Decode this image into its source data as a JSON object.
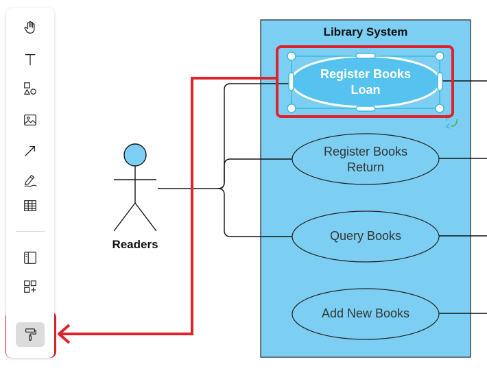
{
  "toolbar": {
    "tools": [
      {
        "name": "hand-tool",
        "icon": "hand-icon"
      },
      {
        "name": "text-tool",
        "icon": "text-icon"
      },
      {
        "name": "shapes-tool",
        "icon": "shapes-icon"
      },
      {
        "name": "image-tool",
        "icon": "image-icon"
      },
      {
        "name": "arrow-tool",
        "icon": "arrow-icon"
      },
      {
        "name": "pen-tool",
        "icon": "pen-icon"
      },
      {
        "name": "table-tool",
        "icon": "table-icon"
      },
      {
        "name": "panel-tool",
        "icon": "panel-icon"
      },
      {
        "name": "add-widget-tool",
        "icon": "add-widget-icon"
      },
      {
        "name": "format-painter-tool",
        "icon": "paint-roller-icon",
        "active": true
      }
    ]
  },
  "diagram": {
    "system_title": "Library System",
    "actor_label": "Readers",
    "use_cases": [
      {
        "line1": "Register Books",
        "line2": "Loan",
        "selected": true
      },
      {
        "line1": "Register Books",
        "line2": "Return",
        "selected": false
      },
      {
        "line1": "Query Books",
        "line2": "",
        "selected": false
      },
      {
        "line1": "Add New Books",
        "line2": "",
        "selected": false
      }
    ]
  },
  "colors": {
    "system_fill": "#7ccff3",
    "use_case_fill": "#7ccff3",
    "actor_head_fill": "#7ccff3",
    "selected_fill": "#55c2ef",
    "selection_handle": "#2bb5d9",
    "highlight": "#e0222b",
    "line": "#111111"
  }
}
